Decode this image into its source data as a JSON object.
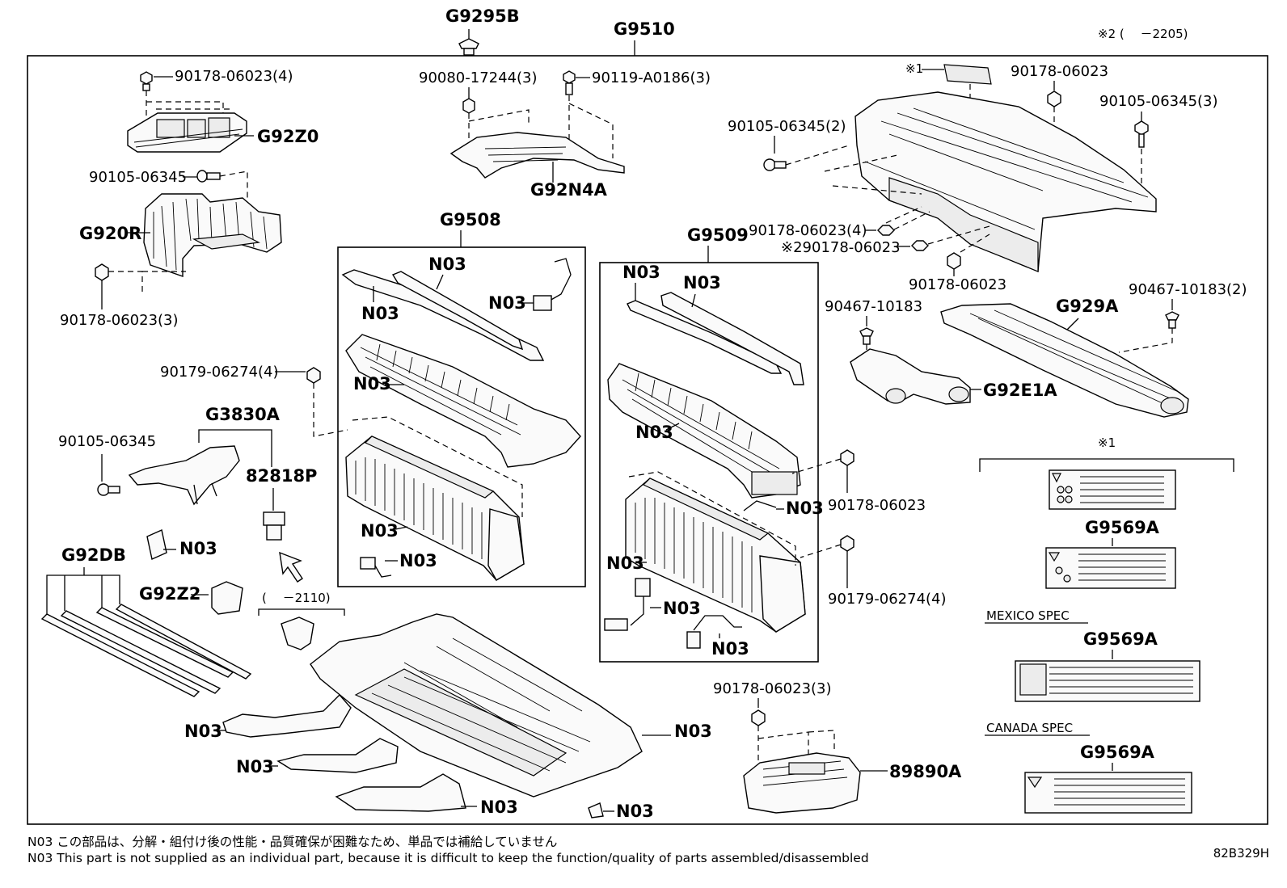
{
  "header": {
    "main_assembly": "G9510",
    "top_clip": "G9295B",
    "period_note": "※2 (　 －2205)"
  },
  "labels": {
    "hold_down_4": "90178-06023(4)",
    "g92z0": "G92Z0",
    "screw_a": "90105-06345",
    "g920r": "G920R",
    "nut_3": "90178-06023(3)",
    "nut_bolt_a": "90080-17244(3)",
    "bolt_a0186": "90119-A0186(3)",
    "g92n4a": "G92N4A",
    "label_mark1": "※1",
    "nut_top": "90178-06023",
    "screw_2": "90105-06345(2)",
    "screw_3": "90105-06345(3)",
    "nut_4b": "90178-06023(4)",
    "nut_mark2": "※290178-06023",
    "nut_bottom": "90178-06023",
    "g9508": "G9508",
    "g9509": "G9509",
    "n03": "N03",
    "nut_06274": "90179-06274(4)",
    "g3830a": "G3830A",
    "screw_b": "90105-06345",
    "p82818p": "82818P",
    "g92db": "G92DB",
    "g92z2": "G92Z2",
    "period_2110": "(　 －2110)",
    "clip_10183": "90467-10183",
    "clip_10183_2": "90467-10183(2)",
    "g929a": "G929A",
    "g92e1a": "G92E1A",
    "nut_right": "90178-06023",
    "nut_06274_right": "90179-06274(4)",
    "nut_3_bottom": "90178-06023(3)",
    "p89890a": "89890A",
    "mark1_group": "※1",
    "g9569a": "G9569A",
    "mexico_spec": "MEXICO SPEC",
    "canada_spec": "CANADA SPEC"
  },
  "footer": {
    "note_jp": "N03 この部品は、分解・組付け後の性能・品質確保が困難なため、単品では補給していません",
    "note_en": "N03 This part is not supplied as an individual part, because it is difficult to keep the function/quality of parts assembled/disassembled",
    "diagram_code": "82B329H"
  }
}
